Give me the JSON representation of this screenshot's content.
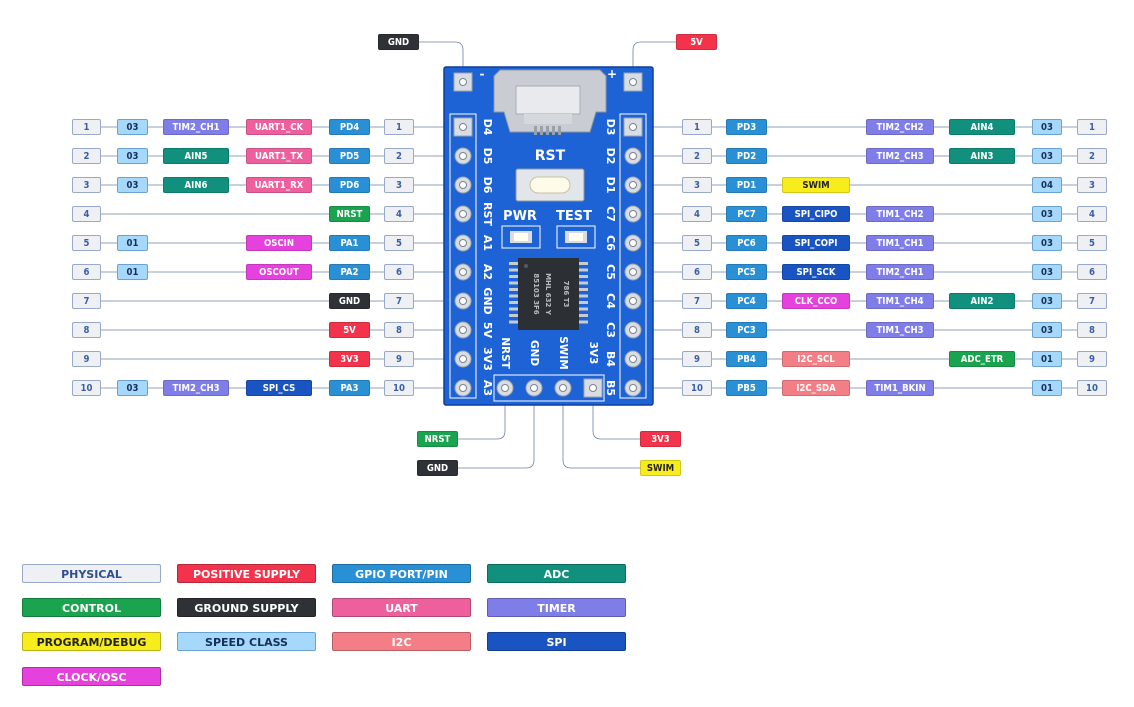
{
  "board": {
    "rst_label": "RST",
    "pwr_label": "PWR",
    "test_label": "TEST",
    "minus_mark": "-",
    "plus_mark": "+",
    "chip_text": [
      "85103 3F6",
      "MHL 632 Y",
      "786 T3"
    ],
    "left_pins": [
      "D4",
      "D5",
      "D6",
      "RST",
      "A1",
      "A2",
      "GND",
      "5V",
      "3V3",
      "A3"
    ],
    "right_pins": [
      "D3",
      "D2",
      "D1",
      "C7",
      "C6",
      "C5",
      "C4",
      "C3",
      "B4",
      "B5"
    ],
    "bottom_pins": [
      "NRST",
      "GND",
      "SWIM",
      "3V3"
    ]
  },
  "colors": {
    "physical": "#eef0f3",
    "positive": "#f2334b",
    "gpio": "#2a90d5",
    "adc": "#10907d",
    "control": "#1aa450",
    "ground": "#2e3136",
    "uart": "#ee5f9d",
    "timer": "#7f7de8",
    "debug": "#f7ec1c",
    "speed": "#a5d8fa",
    "i2c": "#f47e86",
    "spi": "#1954c2",
    "clock": "#e542dd",
    "board": "#1d63d6"
  },
  "top_labels": {
    "left": "GND",
    "right": "5V"
  },
  "left_rows": [
    {
      "num": "1",
      "speed": "03",
      "timer": "TIM2_CH1",
      "func": "UART1_CK",
      "func_type": "uart",
      "port": "PD4",
      "pin": "1"
    },
    {
      "num": "2",
      "speed": "03",
      "timer": "AIN5",
      "timer_type": "adc",
      "func": "UART1_TX",
      "func_type": "uart",
      "port": "PD5",
      "pin": "2"
    },
    {
      "num": "3",
      "speed": "03",
      "timer": "AIN6",
      "timer_type": "adc",
      "func": "UART1_RX",
      "func_type": "uart",
      "port": "PD6",
      "pin": "3"
    },
    {
      "num": "4",
      "port": "NRST",
      "port_type": "control",
      "pin": "4"
    },
    {
      "num": "5",
      "speed": "01",
      "func": "OSCIN",
      "func_type": "clock",
      "port": "PA1",
      "pin": "5"
    },
    {
      "num": "6",
      "speed": "01",
      "func": "OSCOUT",
      "func_type": "clock",
      "port": "PA2",
      "pin": "6"
    },
    {
      "num": "7",
      "port": "GND",
      "port_type": "ground",
      "pin": "7"
    },
    {
      "num": "8",
      "port": "5V",
      "port_type": "positive",
      "pin": "8"
    },
    {
      "num": "9",
      "port": "3V3",
      "port_type": "positive",
      "pin": "9"
    },
    {
      "num": "10",
      "speed": "03",
      "timer": "TIM2_CH3",
      "func": "SPI_CS",
      "func_type": "spi",
      "port": "PA3",
      "pin": "10"
    }
  ],
  "right_rows": [
    {
      "pin": "1",
      "port": "PD3",
      "timer": "TIM2_CH2",
      "adc": "AIN4",
      "speed": "03",
      "num": "1"
    },
    {
      "pin": "2",
      "port": "PD2",
      "timer": "TIM2_CH3",
      "adc": "AIN3",
      "speed": "03",
      "num": "2"
    },
    {
      "pin": "3",
      "port": "PD1",
      "func": "SWIM",
      "func_type": "debug",
      "speed": "04",
      "num": "3"
    },
    {
      "pin": "4",
      "port": "PC7",
      "func": "SPI_CIPO",
      "func_type": "spi",
      "timer": "TIM1_CH2",
      "speed": "03",
      "num": "4"
    },
    {
      "pin": "5",
      "port": "PC6",
      "func": "SPI_COPI",
      "func_type": "spi",
      "timer": "TIM1_CH1",
      "speed": "03",
      "num": "5"
    },
    {
      "pin": "6",
      "port": "PC5",
      "func": "SPI_SCK",
      "func_type": "spi",
      "timer": "TIM2_CH1",
      "speed": "03",
      "num": "6"
    },
    {
      "pin": "7",
      "port": "PC4",
      "func": "CLK_CCO",
      "func_type": "clock",
      "timer": "TIM1_CH4",
      "adc": "AIN2",
      "speed": "03",
      "num": "7"
    },
    {
      "pin": "8",
      "port": "PC3",
      "timer": "TIM1_CH3",
      "speed": "03",
      "num": "8"
    },
    {
      "pin": "9",
      "port": "PB4",
      "func": "I2C_SCL",
      "func_type": "i2c",
      "adc": "ADC_ETR",
      "adc_type": "control",
      "speed": "01",
      "num": "9"
    },
    {
      "pin": "10",
      "port": "PB5",
      "func": "I2C_SDA",
      "func_type": "i2c",
      "timer": "TIM1_BKIN",
      "speed": "01",
      "num": "10"
    }
  ],
  "bottom_labels": [
    {
      "text": "NRST",
      "type": "control"
    },
    {
      "text": "GND",
      "type": "ground"
    },
    {
      "text": "SWIM",
      "type": "debug"
    },
    {
      "text": "3V3",
      "type": "positive"
    }
  ],
  "legend": [
    {
      "label": "PHYSICAL",
      "type": "physical"
    },
    {
      "label": "POSITIVE SUPPLY",
      "type": "positive"
    },
    {
      "label": "GPIO PORT/PIN",
      "type": "gpio"
    },
    {
      "label": "ADC",
      "type": "adc"
    },
    {
      "label": "CONTROL",
      "type": "control"
    },
    {
      "label": "GROUND SUPPLY",
      "type": "ground"
    },
    {
      "label": "UART",
      "type": "uart"
    },
    {
      "label": "TIMER",
      "type": "timer"
    },
    {
      "label": "PROGRAM/DEBUG",
      "type": "debug"
    },
    {
      "label": "SPEED CLASS",
      "type": "speed"
    },
    {
      "label": "I2C",
      "type": "i2c"
    },
    {
      "label": "SPI",
      "type": "spi"
    },
    {
      "label": "CLOCK/OSC",
      "type": "clock"
    }
  ]
}
